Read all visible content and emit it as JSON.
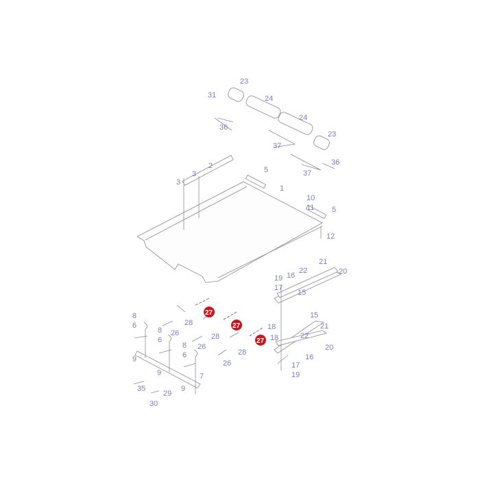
{
  "diagram": {
    "line_color": "#8a8a8a",
    "label_color": "#7b7fc0",
    "highlight_color": "#c8161d",
    "callouts": [
      "23",
      "31",
      "24",
      "36",
      "24",
      "23",
      "37",
      "36",
      "37",
      "2",
      "3",
      "3",
      "5",
      "1",
      "10",
      "11",
      "5",
      "12",
      "21",
      "22",
      "20",
      "16",
      "19",
      "17",
      "15",
      "18",
      "18",
      "15",
      "21",
      "22",
      "20",
      "16",
      "17",
      "19",
      "8",
      "6",
      "8",
      "6",
      "26",
      "28",
      "28",
      "28",
      "26",
      "8",
      "6",
      "26",
      "9",
      "9",
      "7",
      "9",
      "35",
      "29",
      "30"
    ],
    "highlighted": [
      "27",
      "27",
      "27"
    ]
  }
}
